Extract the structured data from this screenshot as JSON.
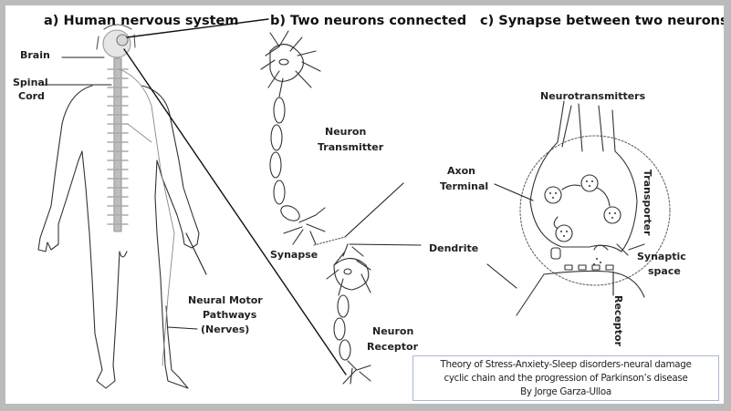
{
  "panels": {
    "a": {
      "title": "a) Human nervous system",
      "labels": {
        "brain": "Brain",
        "spinal_line1": "Spinal",
        "spinal_line2": "Cord",
        "pathways_line1": "Neural Motor",
        "pathways_line2": "Pathways",
        "pathways_line3": "(Nerves)"
      }
    },
    "b": {
      "title": "b) Two neurons connected",
      "labels": {
        "transmitter_line1": "Neuron",
        "transmitter_line2": "Transmitter",
        "axon_line1": "Axon",
        "axon_line2": "Terminal",
        "synapse": "Synapse",
        "dendrite": "Dendrite",
        "receptor_line1": "Neuron",
        "receptor_line2": "Receptor"
      }
    },
    "c": {
      "title": "c) Synapse between two neurons",
      "labels": {
        "neurotransmitters": "Neurotransmitters",
        "transporter": "Transporter",
        "synaptic_line1": "Synaptic",
        "synaptic_line2": "space",
        "receptor": "Receptor"
      }
    }
  },
  "caption": {
    "line1": "Theory of Stress-Anxiety-Sleep disorders-neural damage",
    "line2": "cyclic chain and the progression of Parkinson’s disease",
    "line3": "By Jorge Garza-Ulloa"
  },
  "colors": {
    "frame": "#b9bcbb",
    "ink": "#222222",
    "caption_border": "#a9b7d3"
  }
}
